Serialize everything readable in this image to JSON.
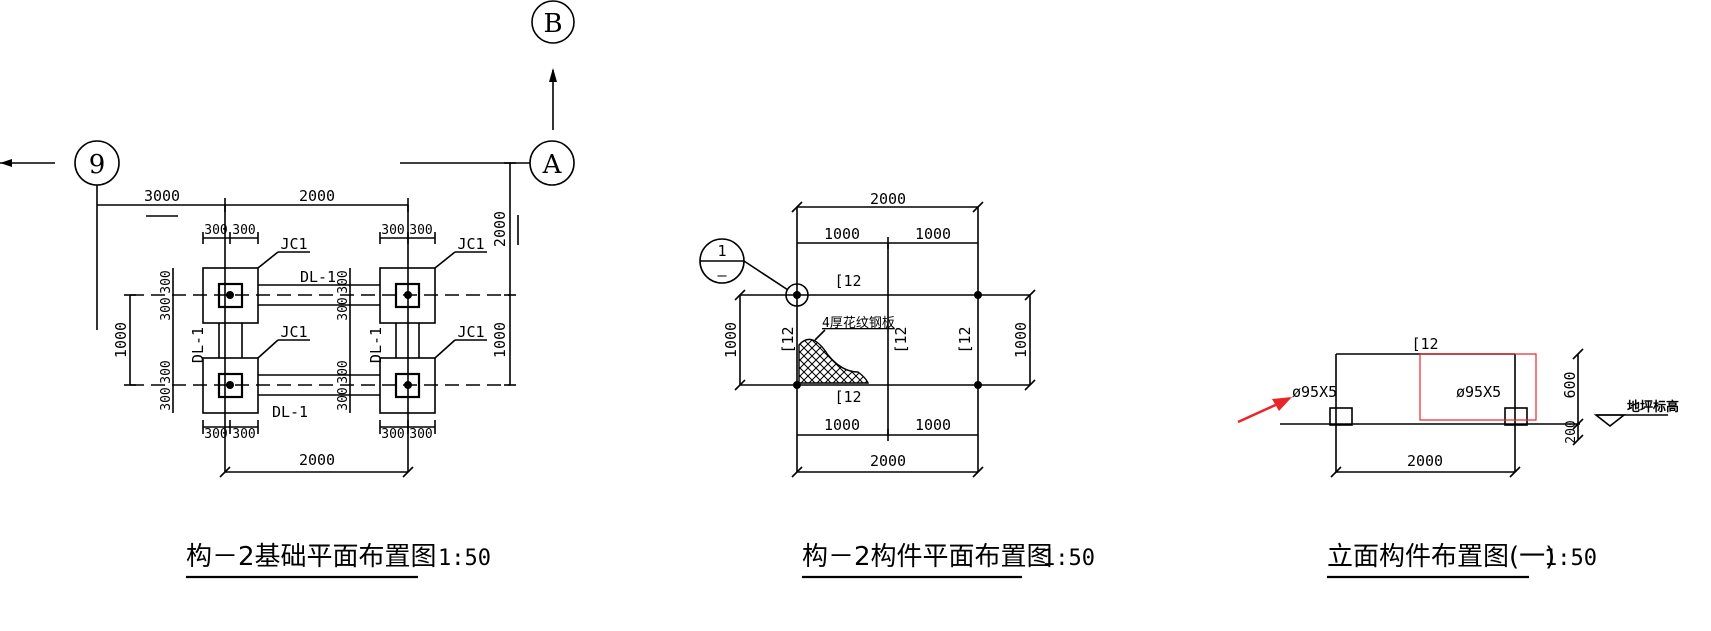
{
  "axes": {
    "nine": "9",
    "a": "A",
    "b": "B"
  },
  "plan1": {
    "title": "构－2基础平面布置图",
    "scale": "1:50",
    "dims": {
      "d3000": "3000",
      "d2000_top": "2000",
      "d2000_bottom": "2000",
      "d2000_right": "2000",
      "d1000_left": "1000",
      "d1000_right": "1000",
      "d300": "300"
    },
    "labels": {
      "jc1": "JC1",
      "dl1": "DL-1"
    }
  },
  "plan2": {
    "title": "构－2构件平面布置图",
    "scale": "1:50",
    "dims": {
      "d2000_top": "2000",
      "d2000_bottom": "2000",
      "d1000": "1000"
    },
    "labels": {
      "c12": "[12",
      "plate": "4厚花纹钢板",
      "detail_top": "1",
      "detail_bottom": "—"
    }
  },
  "elev1": {
    "title": "立面构件布置图(一)",
    "scale": "1:50",
    "dims": {
      "d2000": "2000",
      "d600": "600",
      "d200": "200"
    },
    "labels": {
      "c12": "[12",
      "pipe": "ø95X5",
      "ground": "地坪标高"
    }
  },
  "annotation": {
    "arrow_color": "#e8262a",
    "box_color": "#e8262a"
  }
}
